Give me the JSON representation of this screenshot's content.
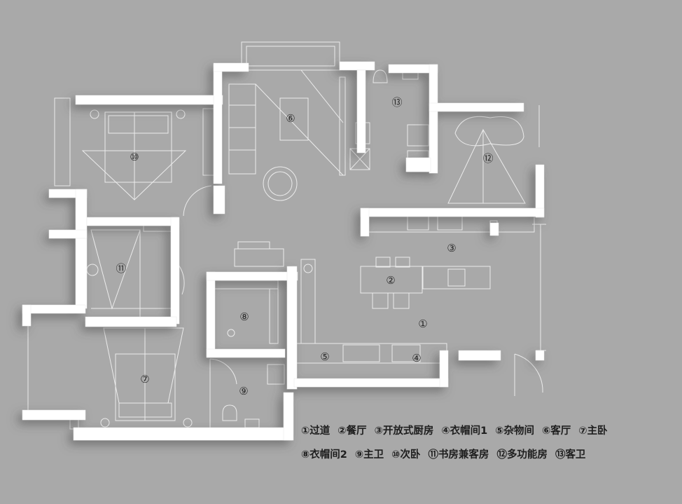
{
  "colors": {
    "background": "#a9a9a9",
    "wall": "#ffffff",
    "wall_shadow": "#6e6e6e",
    "line": "#ececec",
    "text": "#1e1e1e"
  },
  "rooms": [
    {
      "id": "r1",
      "marker": "①"
    },
    {
      "id": "r2",
      "marker": "②"
    },
    {
      "id": "r3",
      "marker": "③"
    },
    {
      "id": "r4",
      "marker": "④"
    },
    {
      "id": "r5",
      "marker": "⑤"
    },
    {
      "id": "r6",
      "marker": "⑥"
    },
    {
      "id": "r7",
      "marker": "⑦"
    },
    {
      "id": "r8",
      "marker": "⑧"
    },
    {
      "id": "r9",
      "marker": "⑨"
    },
    {
      "id": "r10",
      "marker": "⑩"
    },
    {
      "id": "r11",
      "marker": "⑪"
    },
    {
      "id": "r12",
      "marker": "⑫"
    },
    {
      "id": "r13",
      "marker": "⑬"
    }
  ],
  "legend": [
    {
      "marker": "①",
      "name": "过道"
    },
    {
      "marker": "②",
      "name": "餐厅"
    },
    {
      "marker": "③",
      "name": "开放式厨房"
    },
    {
      "marker": "④",
      "name": "衣帽间1"
    },
    {
      "marker": "⑤",
      "name": "杂物间"
    },
    {
      "marker": "⑥",
      "name": "客厅"
    },
    {
      "marker": "⑦",
      "name": "主卧"
    },
    {
      "marker": "⑧",
      "name": "衣帽间2"
    },
    {
      "marker": "⑨",
      "name": "主卫"
    },
    {
      "marker": "⑩",
      "name": "次卧"
    },
    {
      "marker": "⑪",
      "name": "书房兼客房"
    },
    {
      "marker": "⑫",
      "name": "多功能房"
    },
    {
      "marker": "⑬",
      "name": "客卫"
    }
  ]
}
